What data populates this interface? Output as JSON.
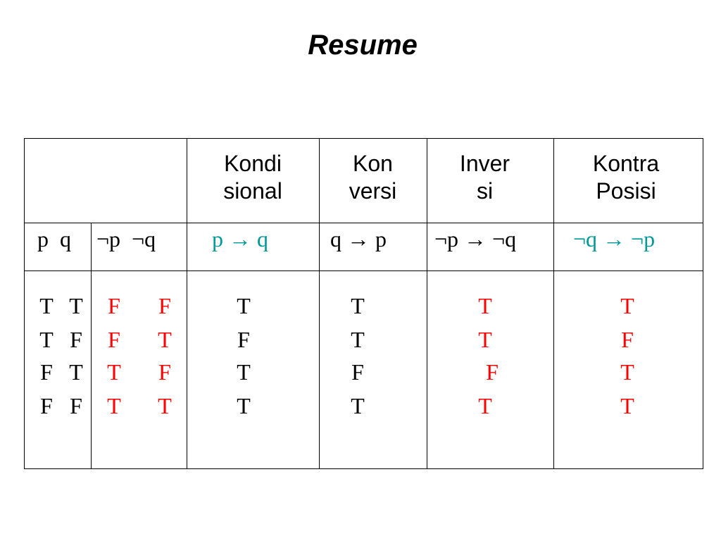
{
  "title": "Resume",
  "headers": {
    "kondisional": "Kondi\nsional",
    "konversi": "Kon\nversi",
    "inversi": "Inver\nsi",
    "kontraposisi": "Kontra\nPosisi"
  },
  "expressions": {
    "pq": "p  q",
    "not_p_not_q": "¬p  ¬q",
    "implication": "p → q",
    "converse": "q → p",
    "inverse": "¬p → ¬q",
    "contrapositive": "¬q → ¬p"
  },
  "rows": [
    {
      "p": "T",
      "q": "T",
      "not_p": "F",
      "not_q": "F",
      "kondisional": "T",
      "konversi": "T",
      "inversi": "T",
      "kontraposisi": "T"
    },
    {
      "p": "T",
      "q": "F",
      "not_p": "F",
      "not_q": "T",
      "kondisional": "F",
      "konversi": "T",
      "inversi": "T",
      "kontraposisi": "F"
    },
    {
      "p": "F",
      "q": "T",
      "not_p": "T",
      "not_q": "F",
      "kondisional": "T",
      "konversi": "F",
      "inversi": "F",
      "kontraposisi": "T"
    },
    {
      "p": "F",
      "q": "F",
      "not_p": "T",
      "not_q": "T",
      "kondisional": "T",
      "konversi": "T",
      "inversi": "T",
      "kontraposisi": "T"
    }
  ],
  "colors": {
    "highlight_red": "#ff0000",
    "highlight_teal": "#009999"
  }
}
